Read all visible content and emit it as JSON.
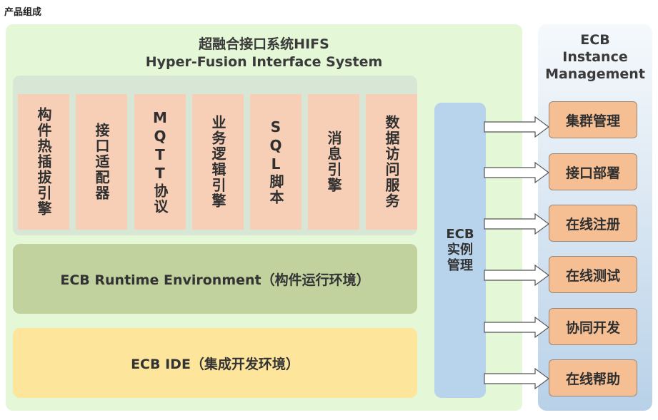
{
  "page_label": "产品组成",
  "hifs": {
    "title_cn": "超融合接口系统HIFS",
    "title_en": "Hyper-Fusion  Interface System",
    "modules": [
      "构件热插拔引擎",
      "接口适配器",
      "MQTT协议",
      "业务逻辑引擎",
      "SQL脚本",
      "消息引擎",
      "数据访问服务"
    ],
    "runtime": "ECB Runtime Environment（构件运行环境）",
    "ide": "ECB IDE（集成开发环境）"
  },
  "ecb_column": "ECB\n实例\n管理",
  "management": {
    "title": "ECB\nInstance\nManagement",
    "items": [
      "集群管理",
      "接口部署",
      "在线注册",
      "在线测试",
      "协同开发",
      "在线帮助"
    ]
  }
}
